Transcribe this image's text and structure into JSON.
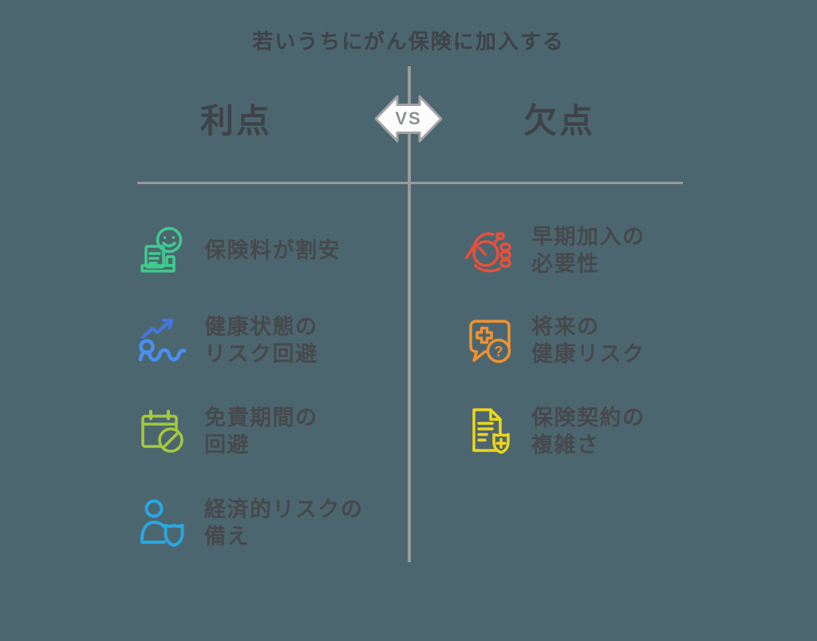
{
  "title": "若いうちにがん保険に加入する",
  "vs_badge": {
    "label": "VS"
  },
  "left_column": {
    "header": "利点",
    "items": [
      {
        "icon": "smiley-receipt-icon",
        "color": "#3FCB8E",
        "line1": "保険料が割安",
        "line2": ""
      },
      {
        "icon": "trend-waves-icon",
        "color": "#4A8FF0",
        "line1": "健康状態の",
        "line2": "リスク回避"
      },
      {
        "icon": "calendar-blocked-icon",
        "color": "#A6C93C",
        "line1": "免責期間の",
        "line2": "回避"
      },
      {
        "icon": "person-shield-icon",
        "color": "#29A7E1",
        "line1": "経済的リスクの",
        "line2": "備え"
      }
    ]
  },
  "right_column": {
    "header": "欠点",
    "items": [
      {
        "icon": "hand-stopwatch-icon",
        "color": "#E6503C",
        "line1": "早期加入の",
        "line2": "必要性"
      },
      {
        "icon": "medical-chat-question-icon",
        "color": "#F0922E",
        "line1": "将来の",
        "line2": "健康リスク"
      },
      {
        "icon": "document-shield-plus-icon",
        "color": "#EFD51C",
        "line1": "保険契約の",
        "line2": "複雑さ"
      }
    ]
  },
  "colors": {
    "background": "#4C6670",
    "heading_text": "#3E4347",
    "body_text": "#46494C",
    "divider": "#98999B",
    "vs_fill": "#FCFCFC",
    "vs_border": "#A2A2A2",
    "vs_text": "#8D9194",
    "green": "#3FCB8E",
    "blue": "#4A8FF0",
    "lime": "#A6C93C",
    "cyan": "#29A7E1",
    "red": "#E6503C",
    "orange": "#F0922E",
    "yellow": "#EFD51C"
  }
}
